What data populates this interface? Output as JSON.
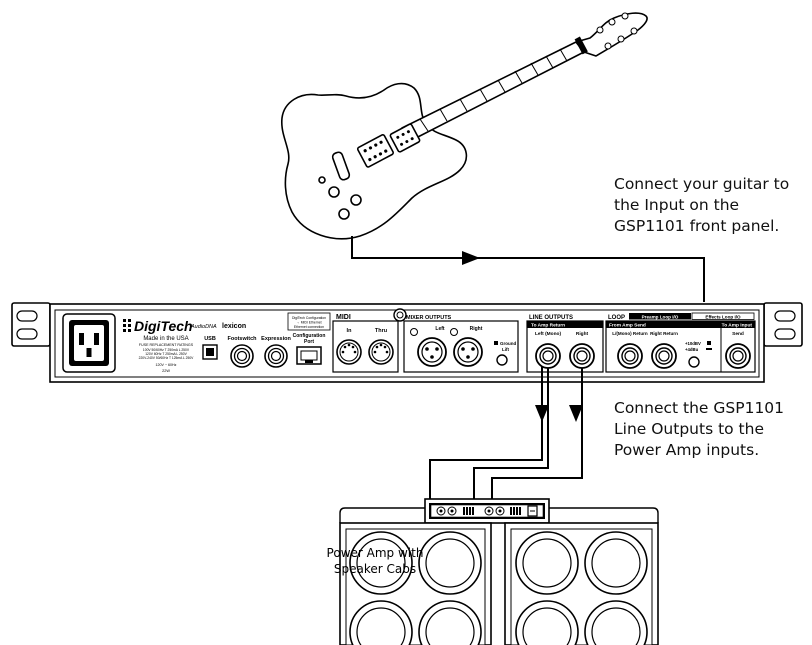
{
  "callouts": {
    "guitar": [
      "Connect your guitar to",
      "the Input on the",
      "GSP1101 front panel."
    ],
    "outputs": [
      "Connect the GSP1101",
      "Line Outputs to the",
      "Power Amp inputs."
    ]
  },
  "power_amp": {
    "label": [
      "Power Amp with",
      "Speaker Cabs"
    ]
  },
  "rack": {
    "brand": "DigiTech",
    "made_in": "Made in the USA",
    "fuse_title": "FUSE REPLACEMENT RATINGS",
    "fuse_lines": [
      "100V 50/60Hz   T 250mA L 250V",
      "120V 60Hz   T 250mA L 250V",
      "220V-240V 50/60Hz T 125mA L 250V"
    ],
    "power_rating": "120V ~ 60Hz",
    "watts": "22W",
    "audio_dna": "AudioDNA",
    "lexicon": "lexicon",
    "usb": "USB",
    "footswitch": "Footswitch",
    "expression": "Expression",
    "config_box": [
      "DigiTech Configuration",
      "→ MIDI Ethernet",
      "Ethernet connection"
    ],
    "configuration": "Configuration",
    "port": "Port",
    "midi": "MIDI",
    "midi_in": "In",
    "midi_thru": "Thru",
    "mixer_outputs": "MIXER OUTPUTS",
    "left": "Left",
    "right": "Right",
    "ground": "Ground",
    "lift": "Lift",
    "line_outputs": "LINE OUTPUTS",
    "to_amp_return": "To Amp Return",
    "left_mono": "Left (Mono)",
    "right_out": "Right",
    "loop": "LOOP",
    "preamp_loop": "Preamp Loop I/O",
    "effects_loop": "Effects Loop I/O",
    "from_amp_send": "From Amp Send",
    "to_amp_input": "To Amp Input",
    "lmono_return": "L/(Mono) Return",
    "right_return": "Right Return",
    "level_plus": "+10dBV",
    "level_minus": "+4dBu",
    "send": "Send"
  }
}
